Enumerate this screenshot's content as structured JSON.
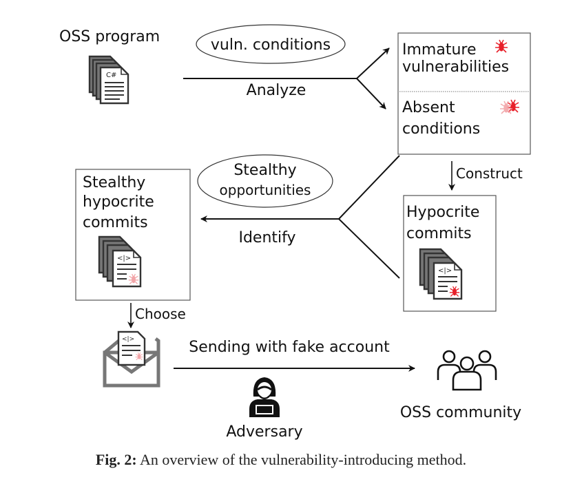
{
  "labels": {
    "oss_program": "OSS program",
    "vuln_conditions": "vuln. conditions",
    "analyze": "Analyze",
    "immature_line1": "Immature",
    "immature_line2": "vulnerabilities",
    "absent_line1": "Absent",
    "absent_line2": "conditions",
    "construct": "Construct",
    "stealthy_oval_line1": "Stealthy",
    "stealthy_oval_line2": "opportunities",
    "identify": "Identify",
    "stealthy_box_line1": "Stealthy",
    "stealthy_box_line2": "hypocrite",
    "stealthy_box_line3": "commits",
    "hypocrite_line1": "Hypocrite",
    "hypocrite_line2": "commits",
    "choose": "Choose",
    "sending": "Sending with fake account",
    "adversary": "Adversary",
    "oss_community": "OSS community",
    "csharp_tag": "C#",
    "code_tag": "<|>"
  },
  "caption": {
    "prefix": "Fig. 2:",
    "text": " An overview of the vulnerability-introducing method."
  },
  "icons": {
    "document": "document-stack-icon",
    "bug": "bug-icon",
    "mail": "envelope-icon",
    "adversary": "hacker-icon",
    "community": "people-group-icon"
  },
  "colors": {
    "bug_red": "#e8202a",
    "bug_faded": "#f2a5a8",
    "doc_gray": "#555555",
    "line": "#111111"
  }
}
